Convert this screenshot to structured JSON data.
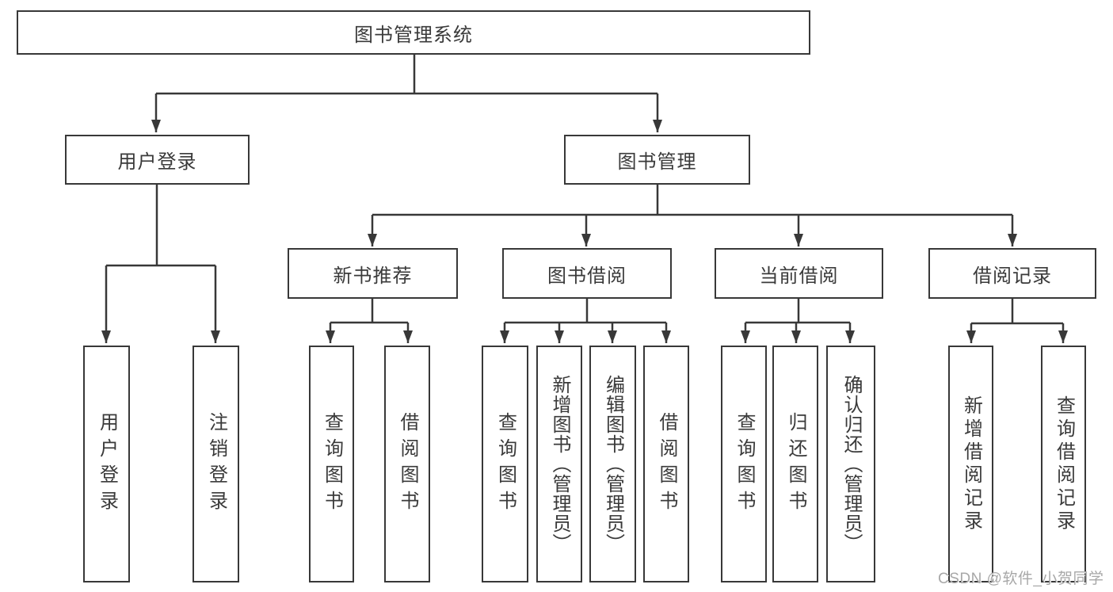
{
  "diagram_type": "hierarchy-tree",
  "colors": {
    "line": "#383838",
    "text": "#3a3a3a",
    "background": "#ffffff",
    "watermark": "#a8a8a8"
  },
  "tree": {
    "label": "图书管理系统",
    "children": [
      {
        "label": "用户登录",
        "children": [
          {
            "label": "用户登录"
          },
          {
            "label": "注销登录"
          }
        ]
      },
      {
        "label": "图书管理",
        "children": [
          {
            "label": "新书推荐",
            "children": [
              {
                "label": "查询图书"
              },
              {
                "label": "借阅图书"
              }
            ]
          },
          {
            "label": "图书借阅",
            "children": [
              {
                "label": "查询图书"
              },
              {
                "label": "新增图书（管理员）"
              },
              {
                "label": "编辑图书（管理员）"
              },
              {
                "label": "借阅图书"
              }
            ]
          },
          {
            "label": "当前借阅",
            "children": [
              {
                "label": "查询图书"
              },
              {
                "label": "归还图书"
              },
              {
                "label": "确认归还（管理员）"
              }
            ]
          },
          {
            "label": "借阅记录",
            "children": [
              {
                "label": "新增借阅记录"
              },
              {
                "label": "查询借阅记录"
              }
            ]
          }
        ]
      }
    ]
  },
  "watermark": {
    "text": "CSDN @软件_小贺同学"
  }
}
